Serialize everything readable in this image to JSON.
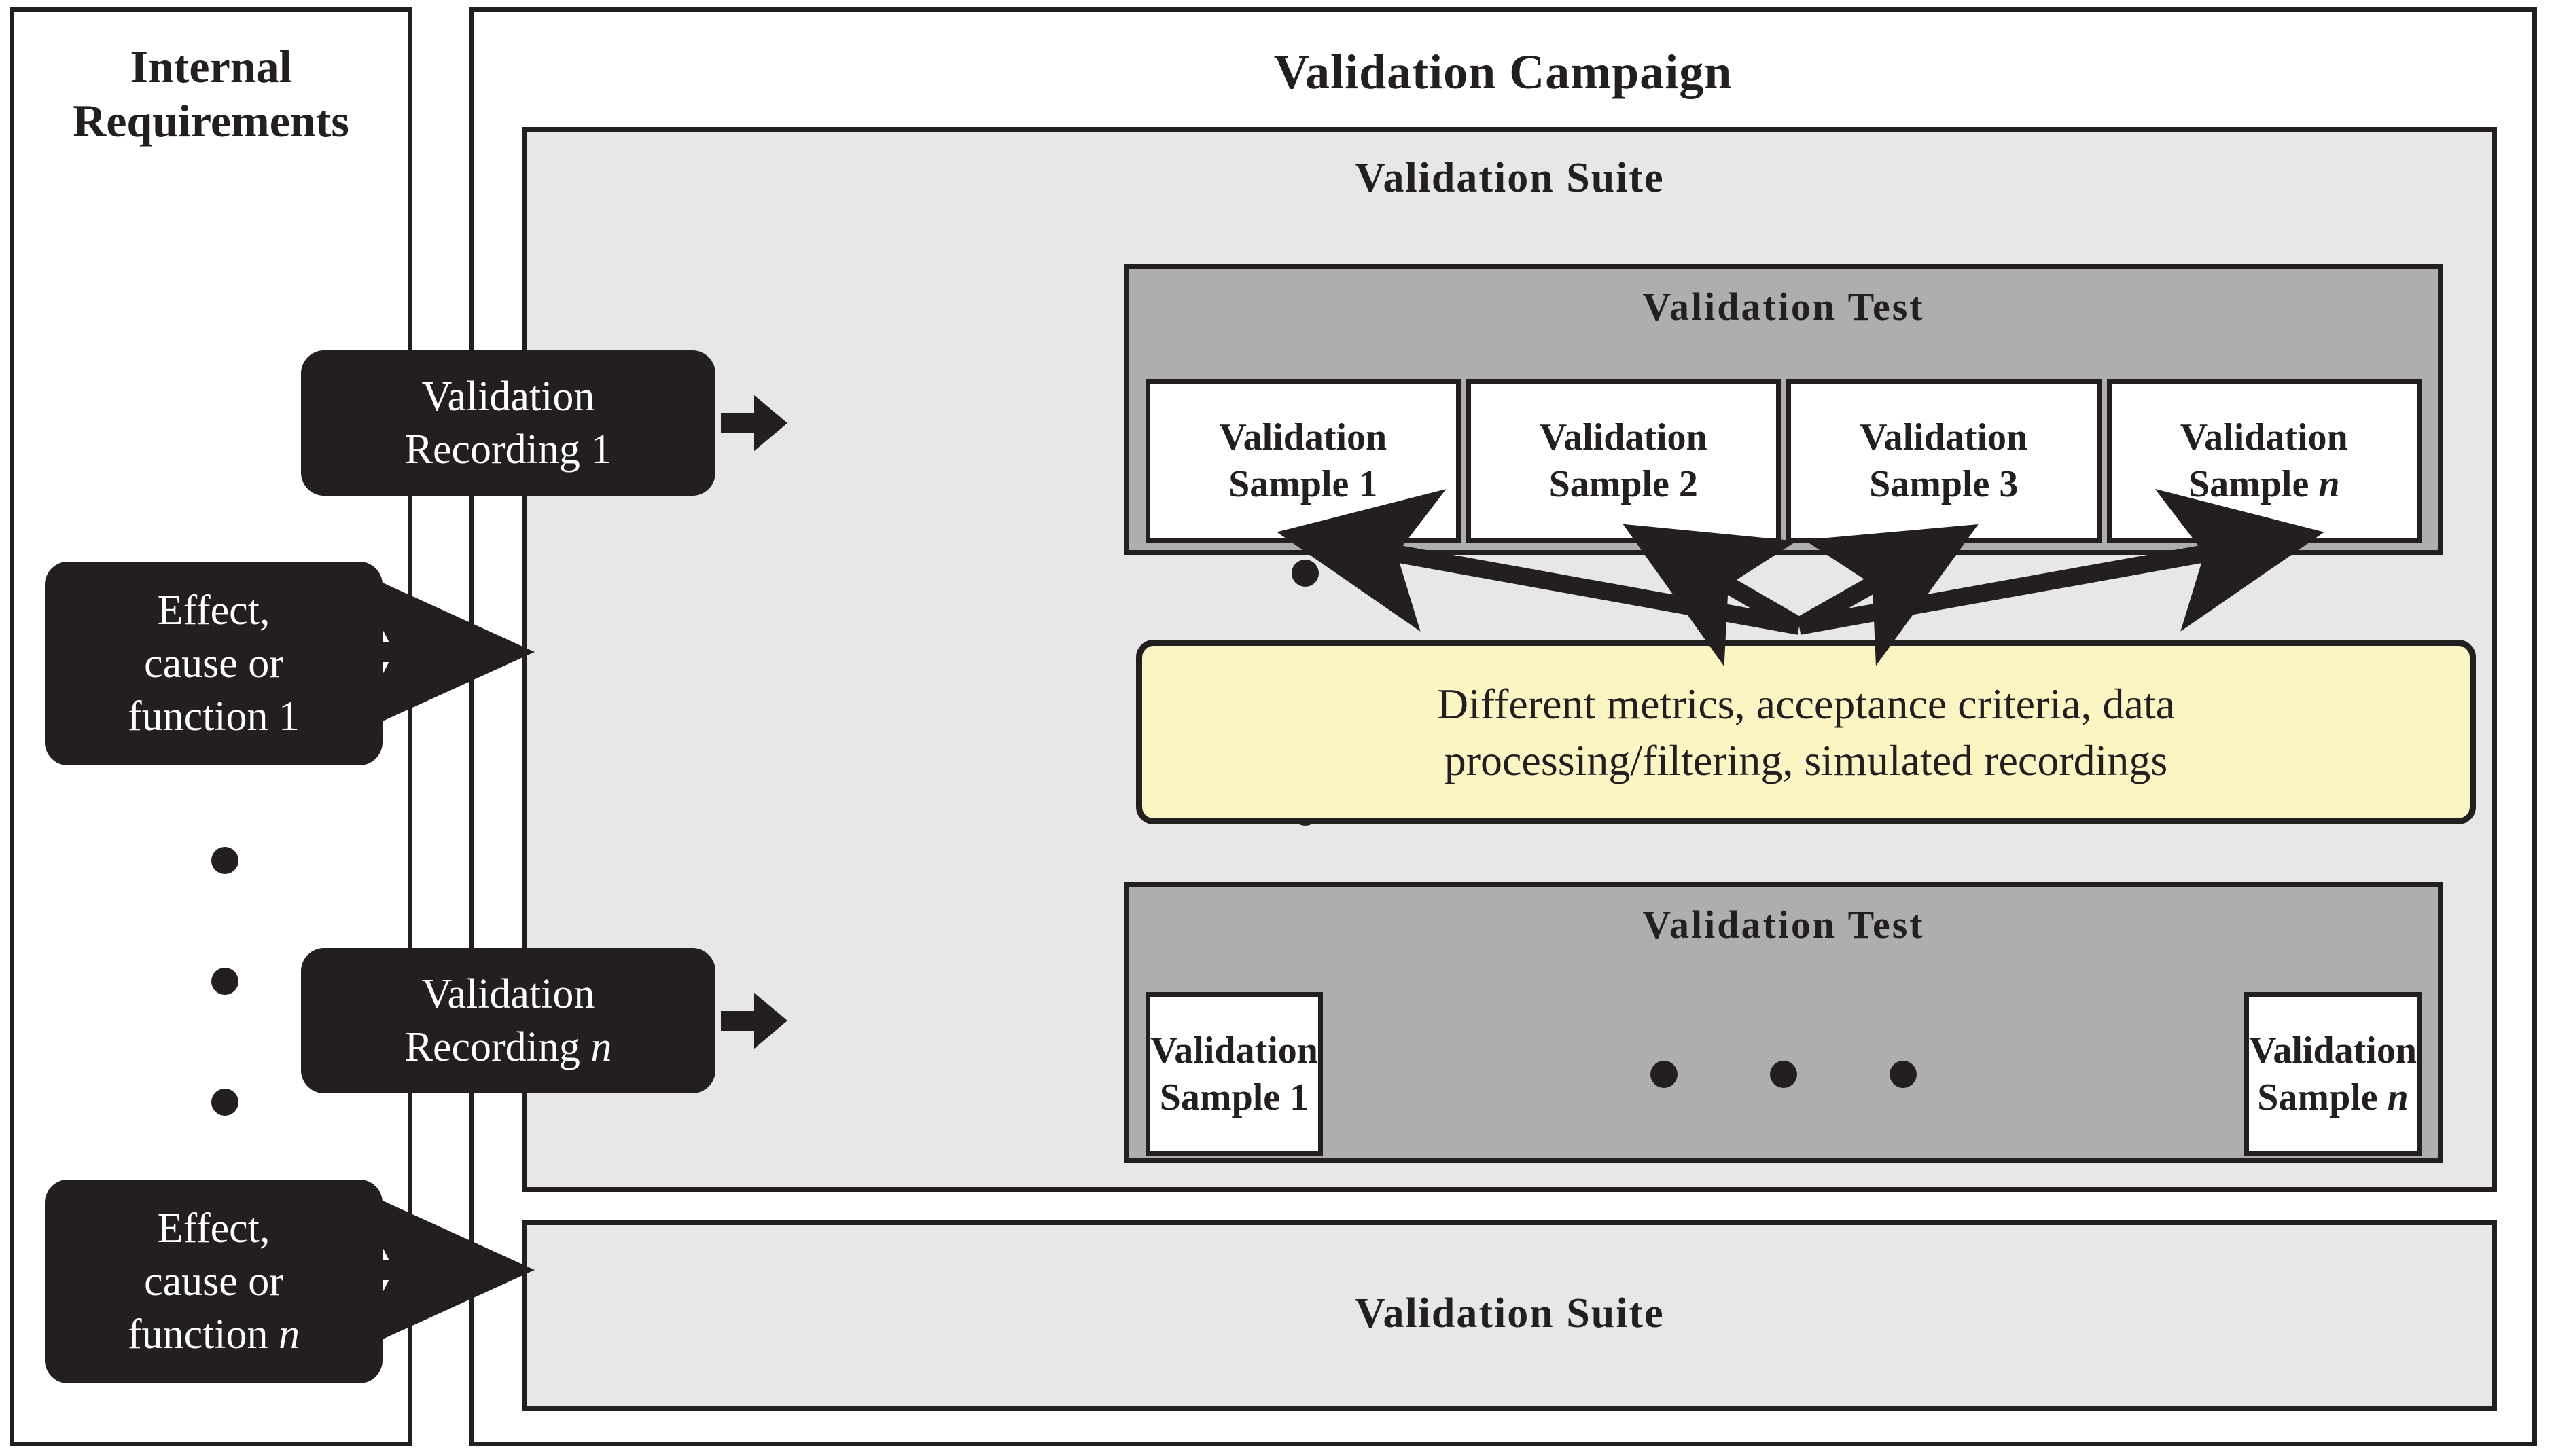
{
  "left_panel": {
    "title": "Internal\nRequirements",
    "title_line1": "Internal",
    "title_line2": "Requirements",
    "boxes": [
      {
        "line1": "Effect,",
        "line2": "cause or",
        "line3": "function 1"
      },
      {
        "line1": "Effect,",
        "line2": "cause or",
        "line3": "function n"
      }
    ],
    "ellipsis": "vertical-dots-3"
  },
  "campaign": {
    "title": "Validation Campaign",
    "suites": [
      {
        "title": "Validation Suite",
        "recordings": [
          {
            "line1": "Validation",
            "line2": "Recording 1"
          },
          {
            "line1": "Validation",
            "line2": "Recording n"
          }
        ],
        "recording_ellipsis": "vertical-dots-3",
        "tests": [
          {
            "title": "Validation Test",
            "samples": [
              {
                "line1": "Validation",
                "line2": "Sample 1"
              },
              {
                "line1": "Validation",
                "line2": "Sample 2"
              },
              {
                "line1": "Validation",
                "line2": "Sample 3"
              },
              {
                "line1": "Validation",
                "line2": "Sample n"
              }
            ]
          },
          {
            "title": "Validation Test",
            "samples": [
              {
                "line1": "Validation",
                "line2": "Sample 1"
              },
              {
                "line1": "Validation",
                "line2": "Sample n"
              }
            ],
            "sample_ellipsis": "horizontal-dots-3"
          }
        ],
        "note": {
          "line1": "Different metrics, acceptance criteria, data",
          "line2": "processing/filtering, simulated recordings"
        }
      },
      {
        "title": "Validation Suite"
      }
    ]
  },
  "colors": {
    "ink": "#231f20",
    "suite_bg": "#e7e7e7",
    "test_bg": "#aeaeae",
    "sample_bg": "#ffffff",
    "note_bg": "#fbf5c4",
    "page_bg": "#ffffff"
  }
}
